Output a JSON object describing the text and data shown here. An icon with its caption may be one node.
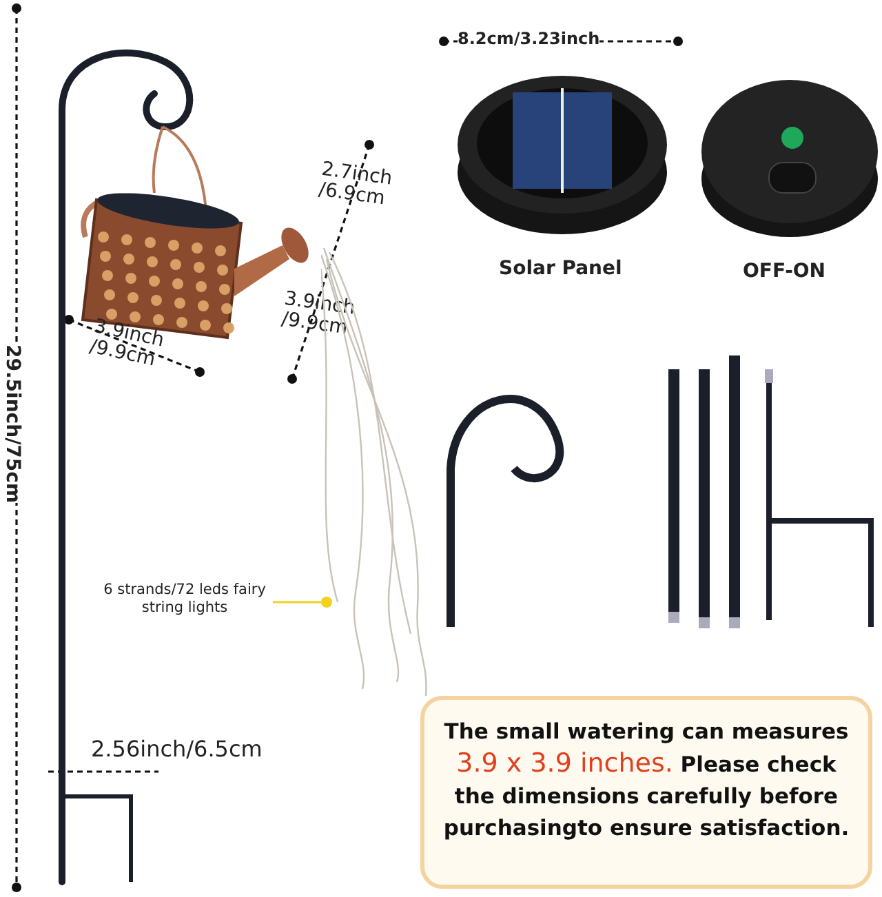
{
  "diagram": {
    "nodes": [
      {
        "text": [
          "6 strands/72 leds fairy string lights"
        ]
      },
      {
        "text": [],
        "shape": "picture"
      },
      {
        "text": [
          "The small watering can measures **3.9 x 3.9 inches.** Please check the dimensions carefully before purchasingto ensure satisfaction."
        ]
      }
    ],
    "edges": [
      {
        "from": 0,
        "to": 1,
        "arrow": "none"
      }
    ],
    "labels": [
      "8.2cm/3.23inch",
      "2.7inch /6.9cm",
      "Solar Panel",
      "OFF-ON",
      "3.9inch /9.9cm",
      "3.9inch /9.9cm",
      "29.5inch/75cm",
      "2.56inch/6.5cm"
    ]
  }
}
